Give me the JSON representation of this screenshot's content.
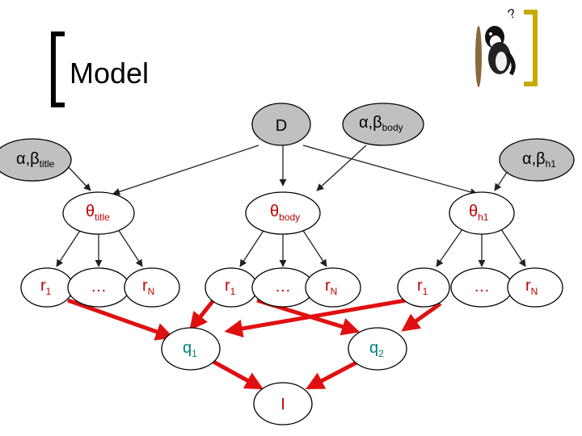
{
  "slide": {
    "title": "Model",
    "logo_corner_text": "?"
  },
  "colors": {
    "observed_node_fill": "#c0c0c0",
    "hidden_node_fill": "#ffffff",
    "black_edge": "#222222",
    "red_edge": "#e01010",
    "bracket": "#c8a800",
    "theta_text": "#c00000",
    "r_text": "#c00000",
    "q_text": "#008080",
    "I_text": "#c00000"
  },
  "nodes": {
    "D": {
      "label": "D"
    },
    "ab_body": {
      "label": "α,β",
      "sub": "body"
    },
    "ab_title": {
      "label": "α,β",
      "sub": "title"
    },
    "ab_h1": {
      "label": "α,β",
      "sub": "h1"
    },
    "theta_title": {
      "label": "θ",
      "sub": "title"
    },
    "theta_body": {
      "label": "θ",
      "sub": "body"
    },
    "theta_h1": {
      "label": "θ",
      "sub": "h1"
    },
    "r1_a": {
      "label": "r",
      "sub": "1"
    },
    "dots_a": {
      "label": "…"
    },
    "rN_a": {
      "label": "r",
      "sub": "N"
    },
    "r1_b": {
      "label": "r",
      "sub": "1"
    },
    "dots_b": {
      "label": "…"
    },
    "rN_b": {
      "label": "r",
      "sub": "N"
    },
    "r1_c": {
      "label": "r",
      "sub": "1"
    },
    "dots_c": {
      "label": "…"
    },
    "rN_c": {
      "label": "r",
      "sub": "N"
    },
    "q1": {
      "label": "q",
      "sub": "1"
    },
    "q2": {
      "label": "q",
      "sub": "2"
    },
    "I": {
      "label": "I"
    }
  }
}
